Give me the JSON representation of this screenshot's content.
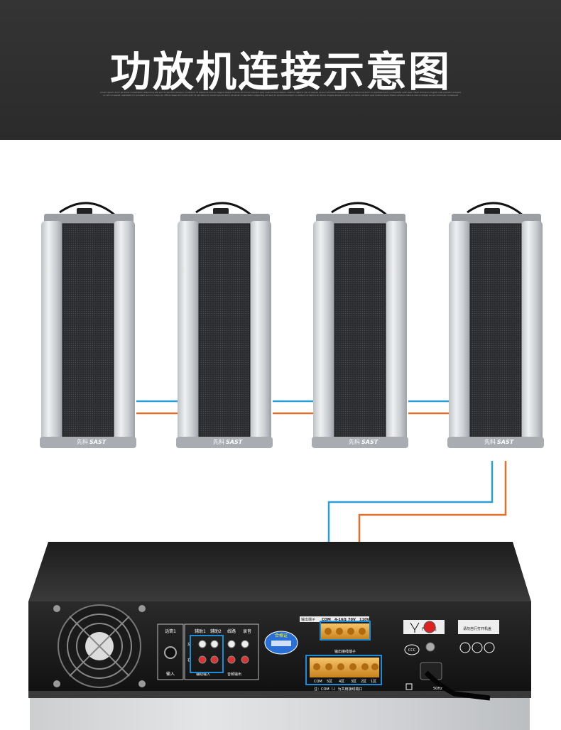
{
  "header": {
    "title": "功放机连接示意图",
    "fine_print": "Lorem ipsum dolor sit amet consectetur adipiscing elit sed do eiusmod tempor incididunt ut labore et dolore magna aliqua ut enim ad minim veniam quis nostrud exercitation ullamco laboris nisi ut aliquip ex ea commodo consequat duis aute irure dolor in reprehenderit in voluptate velit esse cillum dolore eu fugiat nulla pariatur excepteur sint occaecat cupidatat non proident sunt in culpa qui officia deserunt mollit anim id est laborum Lorem ipsum dolor sit amet consectetur adipiscing elit sed do eiusmod tempor incididunt ut labore et dolore magna aliqua ut enim ad minim veniam quis nostrud exercitation ullamco laboris nisi ut aliquip ex ea commodo consequat"
  },
  "speaker": {
    "brand_cn": "先科",
    "brand_en": "SAST"
  },
  "amplifier": {
    "input_label": "话筒1",
    "input_bottom": "输入",
    "aux1": "辅助1",
    "aux2": "辅助2",
    "record": "线路",
    "tone": "录音",
    "aux_bottom": "辅助输入",
    "line_bottom": "音频输出",
    "left_mark": "左",
    "right_mark": "右",
    "cert_badge": "合格证",
    "terminal_head_1": "输出端子",
    "terminal_com": "COM",
    "terminal_ohm": "4-16Ω",
    "terminal_70v": "70V",
    "terminal_110v": "110V",
    "zone_header": "输出接线端子",
    "zone_labels": [
      "COM",
      "5区",
      "4区",
      "3区",
      "2区",
      "1区"
    ],
    "zone_note": "注：COM（-）为共用接线端口",
    "fm_label": "FM天线",
    "ccc": "CCC",
    "warning": "请勿自行打开机盖",
    "power_spec": "50Hz"
  },
  "colors": {
    "blue_wire": "#2a9fd8",
    "orange_wire": "#e0702a",
    "highlight": "#1e8bd6",
    "terminal": "#e9a53a"
  }
}
